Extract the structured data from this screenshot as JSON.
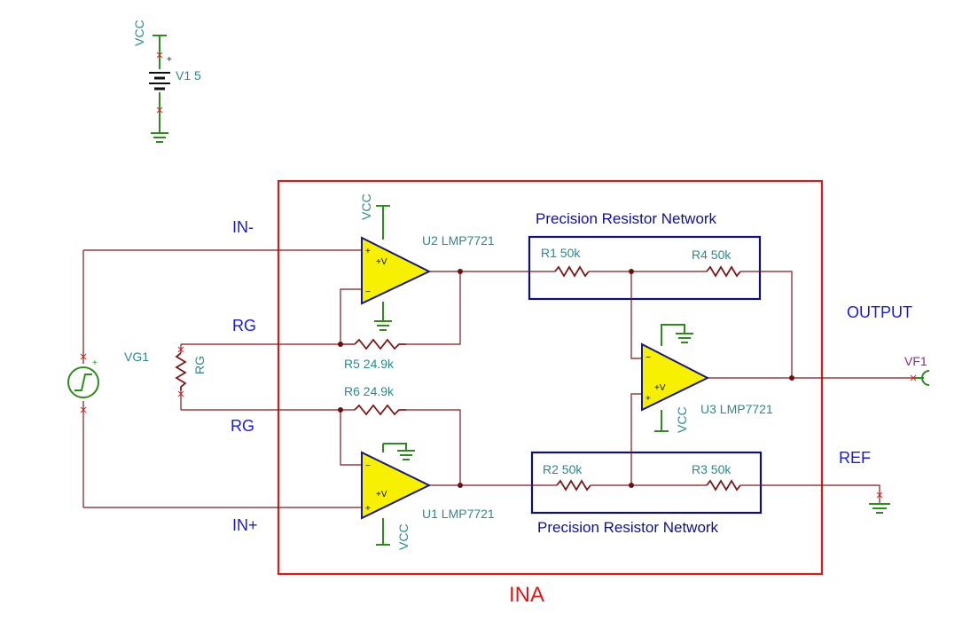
{
  "supply": {
    "net": "VCC",
    "source": "V1 5",
    "plus": "+"
  },
  "inputs": {
    "in_minus": "IN-",
    "in_plus": "IN+",
    "rg_top": "RG",
    "rg_bottom": "RG",
    "output": "OUTPUT",
    "ref": "REF"
  },
  "generator": {
    "name": "VG1",
    "plus": "+"
  },
  "rg_resistor": {
    "name": "RG"
  },
  "block": {
    "name": "INA"
  },
  "networks": {
    "top_title": "Precision Resistor Network",
    "bottom_title": "Precision Resistor Network"
  },
  "opamps": {
    "u1": {
      "label": "U1 LMP7721",
      "vcc": "VCC",
      "plus_v": "+V",
      "minus_sign": "−",
      "plus_sign": "+"
    },
    "u2": {
      "label": "U2 LMP7721",
      "vcc": "VCC",
      "plus_v": "+V",
      "minus_sign": "−",
      "plus_sign": "+"
    },
    "u3": {
      "label": "U3 LMP7721",
      "vcc": "VCC",
      "plus_v": "+V",
      "minus_sign": "−",
      "plus_sign": "+"
    }
  },
  "resistors": {
    "r1": "R1 50k",
    "r2": "R2 50k",
    "r3": "R3 50k",
    "r4": "R4 50k",
    "r5": "R5 24.9k",
    "r6": "R6 24.9k"
  },
  "probe": {
    "name": "VF1"
  },
  "colors": {
    "ina_box": "#e01818",
    "network_box": "#101070",
    "opamp_fill": "#f7f000",
    "wire": "#7a1a1a",
    "power": "#2e8b1e",
    "text_teal": "#2a8a8a",
    "text_blue": "#1a1ad0"
  }
}
